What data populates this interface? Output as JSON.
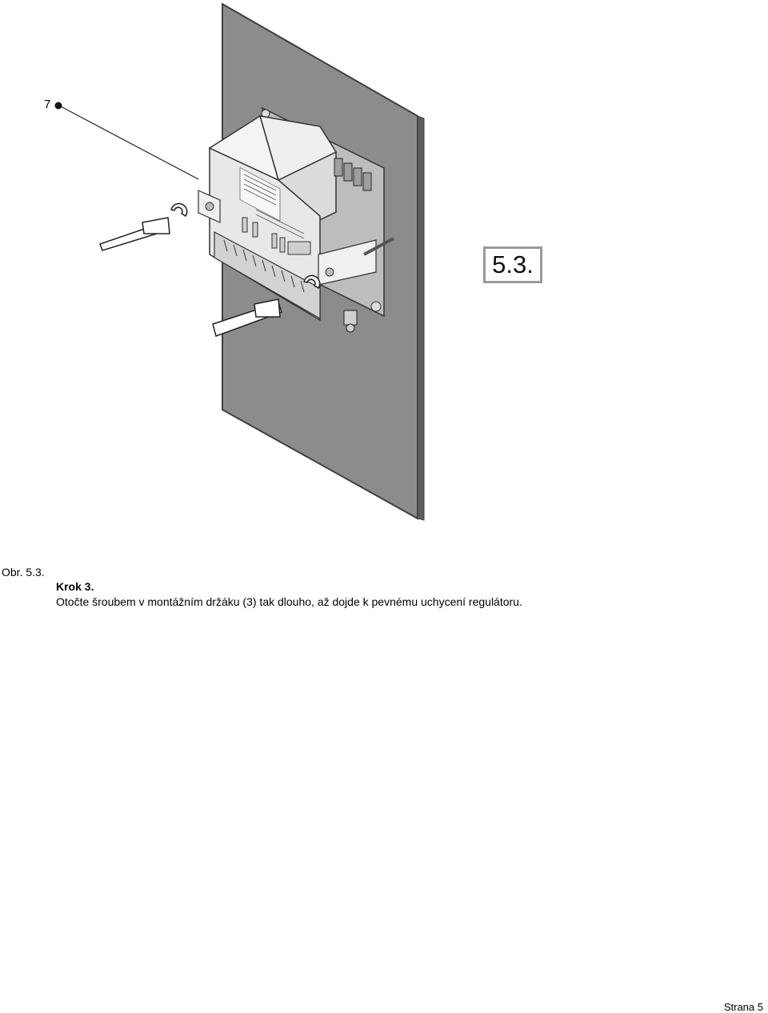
{
  "figure": {
    "callout_number": "7",
    "badge_label": "5.3.",
    "colors": {
      "wall_plate": "#8c8c8c",
      "plate_edge": "#5e5e5e",
      "device_body": "#e6e6e6",
      "device_outline": "#333333",
      "badge_border": "#9a9a9a"
    }
  },
  "caption": {
    "label": "Obr. 5.3.",
    "step": "Krok 3.",
    "instruction": "Otočte šroubem v montážním držáku (3) tak dlouho, až dojde k pevnému uchycení regulátoru."
  },
  "footer": {
    "page": "Strana 5"
  }
}
